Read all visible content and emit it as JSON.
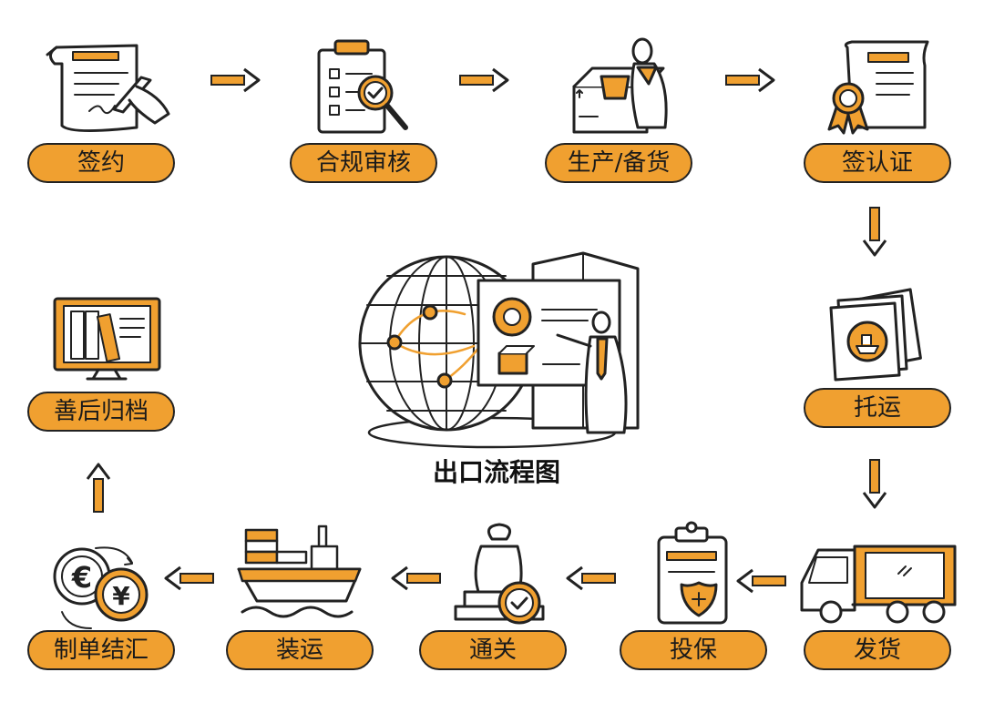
{
  "diagram": {
    "title": "出口流程图",
    "steps": [
      {
        "label": "签约"
      },
      {
        "label": "合规审核"
      },
      {
        "label": "生产/备货"
      },
      {
        "label": "签认证"
      },
      {
        "label": "托运"
      },
      {
        "label": "发货"
      },
      {
        "label": "投保"
      },
      {
        "label": "通关"
      },
      {
        "label": "装运"
      },
      {
        "label": "制单结汇"
      },
      {
        "label": "善后归档"
      }
    ],
    "colors": {
      "accent": "#F0A030",
      "ink": "#222222"
    },
    "icons": [
      "contract-signing-icon",
      "checklist-magnifier-icon",
      "box-worker-icon",
      "certificate-medal-icon",
      "shipping-document-icon",
      "truck-icon",
      "insurance-clipboard-icon",
      "customs-stamp-icon",
      "cargo-ship-icon",
      "currency-coins-icon",
      "archive-monitor-icon",
      "globe-presentation-icon"
    ]
  }
}
